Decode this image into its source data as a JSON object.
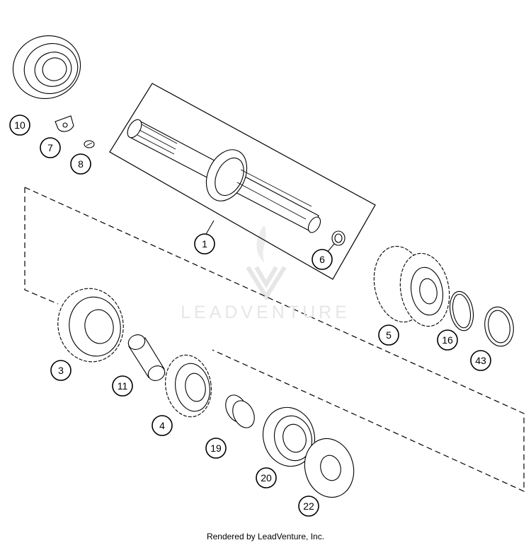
{
  "diagram": {
    "callouts": [
      "1",
      "3",
      "4",
      "5",
      "6",
      "7",
      "8",
      "10",
      "11",
      "16",
      "19",
      "20",
      "22",
      "43"
    ]
  },
  "watermark": {
    "brand": "LEADVENTURE"
  },
  "footer": {
    "text": "Rendered by LeadVenture, Inc."
  },
  "colors": {
    "line": "#000000",
    "background": "#ffffff",
    "watermark": "#e6e6e6"
  }
}
